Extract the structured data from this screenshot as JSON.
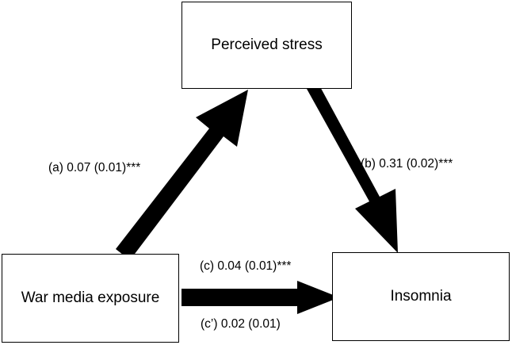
{
  "nodes": {
    "mediator": "Perceived stress",
    "predictor": "War media exposure",
    "outcome": "Insomnia"
  },
  "paths": {
    "a": "(a) 0.07 (0.01)***",
    "b": "(b) 0.31 (0.02)***",
    "c": "(c) 0.04 (0.01)***",
    "c_prime": "(c’) 0.02 (0.01)"
  },
  "colors": {
    "arrow": "#000000",
    "box_border": "#000000",
    "background": "#ffffff"
  }
}
